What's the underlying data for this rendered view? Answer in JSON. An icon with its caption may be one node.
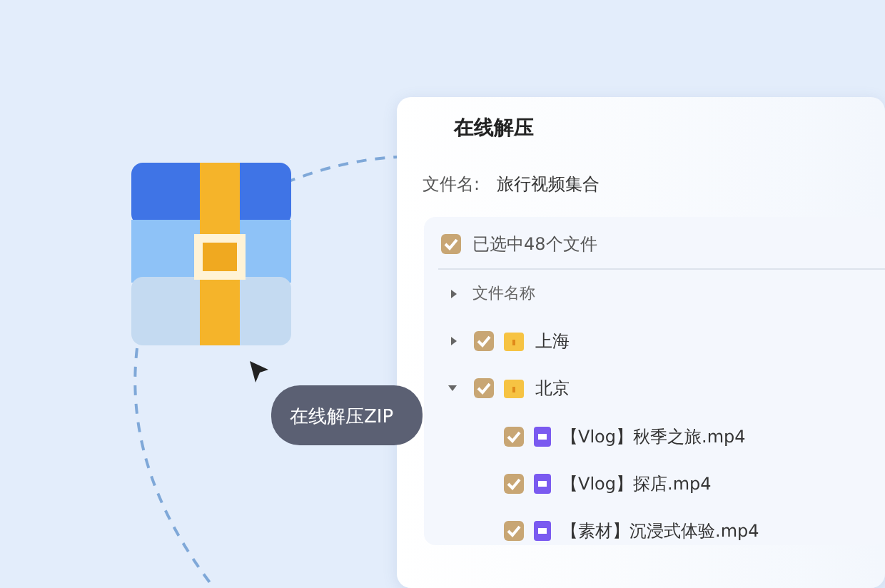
{
  "diagram": {
    "nodes": [
      {
        "text": [],
        "shape": "picture"
      },
      {
        "text": [
          "在线解压"
        ]
      },
      {
        "text": [
          "在线解压ZIP"
        ]
      }
    ],
    "edges": [
      {
        "from": 0,
        "to": 1,
        "arrow": "none",
        "style": "dashed"
      },
      {
        "from": 0,
        "to": null,
        "arrow": "none",
        "style": "dashed"
      }
    ],
    "labels": [
      "文件名:",
      "旅行视频集合",
      "已选中48个文件",
      "文件名称",
      "上海",
      "北京",
      "【Vlog】秋季之旅.mp4",
      "【Vlog】探店.mp4",
      "【素材】沉浸式体验.mp4"
    ]
  }
}
